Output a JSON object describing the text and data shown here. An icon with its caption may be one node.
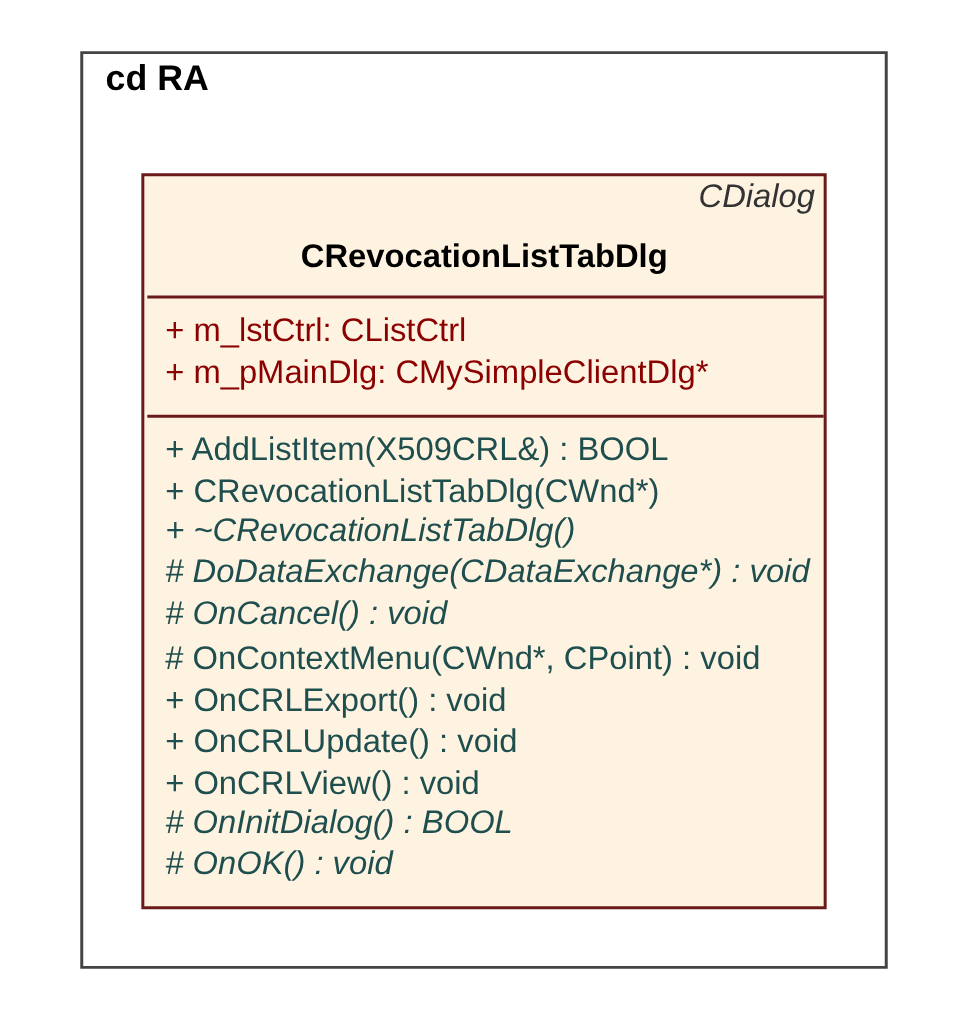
{
  "diagram": {
    "nodes": [
      {
        "text": [
          "cd RA"
        ]
      },
      {
        "text": [
          "CDialog",
          "CRevocationListTabDlg",
          "+ m_lstCtrl: CListCtrl",
          "+ m_pMainDlg: CMySimpleClientDlg*",
          "+ AddListItem(X509CRL&) : BOOL",
          "+ CRevocationListTabDlg(CWnd*)",
          "+ ~CRevocationListTabDlg()",
          "# DoDataExchange(CDataExchange*) : void",
          "# OnCancel() : void",
          "# OnContextMenu(CWnd*, CPoint) : void",
          "+ OnCRLExport() : void",
          "+ OnCRLUpdate() : void",
          "+ OnCRLView() : void",
          "# OnInitDialog() : BOOL",
          "# OnOK() : void"
        ],
        "in": 0
      }
    ],
    "edges": []
  }
}
